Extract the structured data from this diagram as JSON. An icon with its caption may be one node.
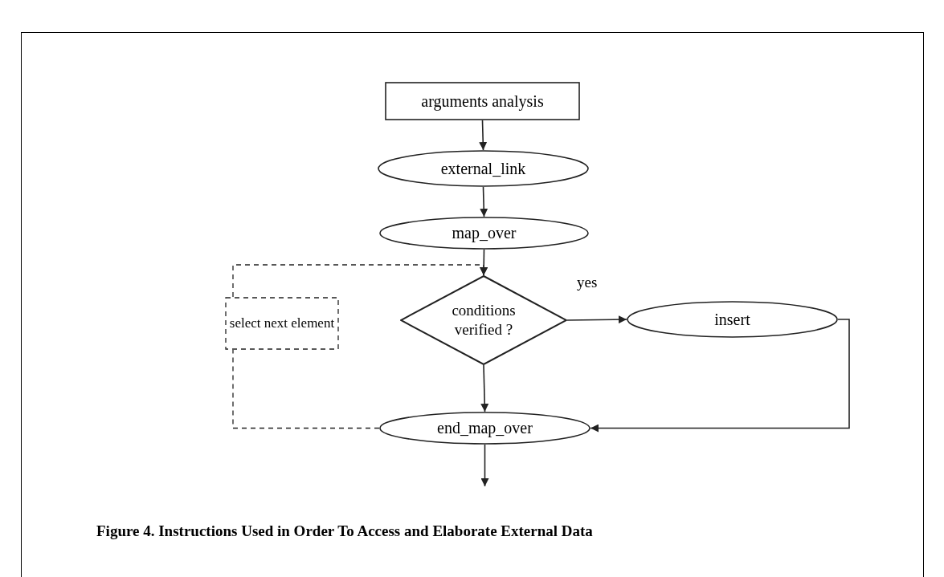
{
  "diagram": {
    "caption": "Figure 4. Instructions Used in Order To Access and Elaborate External Data",
    "nodes": [
      {
        "text": [
          "arguments analysis"
        ]
      },
      {
        "text": [
          "external_link"
        ]
      },
      {
        "text": [
          "map_over"
        ]
      },
      {
        "text": [
          "conditions verified ?"
        ]
      },
      {
        "text": [
          "insert"
        ]
      },
      {
        "text": [
          "select next element"
        ]
      },
      {
        "text": [
          "end_map_over"
        ]
      }
    ],
    "edges": [
      {
        "from": 0,
        "to": 1,
        "arrow": "to"
      },
      {
        "from": 1,
        "to": 2,
        "arrow": "to"
      },
      {
        "from": 2,
        "to": 3,
        "arrow": "to"
      },
      {
        "from": 3,
        "to": 4,
        "arrow": "to",
        "label": "yes"
      },
      {
        "from": 4,
        "to": 6,
        "arrow": "to"
      },
      {
        "from": 3,
        "to": 6,
        "arrow": "to"
      },
      {
        "from": 6,
        "to": null,
        "arrow": "to"
      },
      {
        "from": 6,
        "to": 5,
        "arrow": "none",
        "style": "dashed"
      },
      {
        "from": 5,
        "to": 3,
        "arrow": "to",
        "style": "dashed"
      }
    ]
  }
}
